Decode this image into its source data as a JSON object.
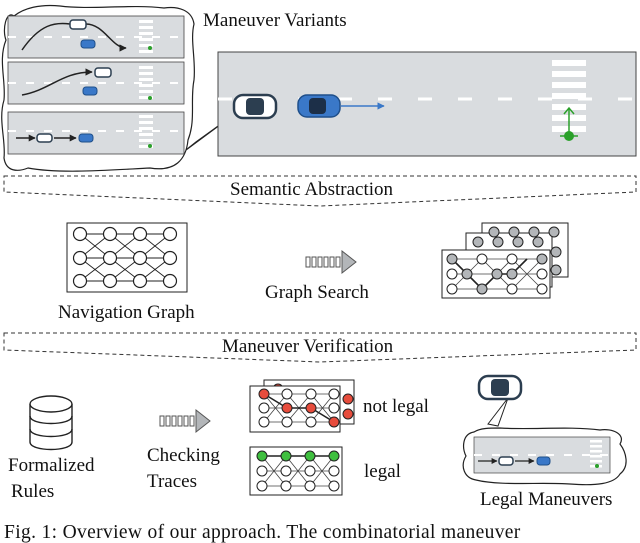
{
  "labels": {
    "maneuver_variants": "Maneuver Variants",
    "semantic_abstraction": "Semantic Abstraction",
    "navigation_graph": "Navigation Graph",
    "graph_search": "Graph Search",
    "maneuver_verification": "Maneuver Verification",
    "formalized_rules_line1": "Formalized",
    "formalized_rules_line2": "Rules",
    "checking_traces_line1": "Checking",
    "checking_traces_line2": "Traces",
    "not_legal": "not legal",
    "legal": "legal",
    "legal_maneuvers": "Legal Maneuvers"
  },
  "caption": "Fig. 1: Overview of our approach. The combinatorial maneuver",
  "colors": {
    "road": "#d9dcdf",
    "lane_mark": "#ffffff",
    "ego_car": "#2c3e50",
    "other_car": "#3a78c8",
    "pedestrian": "#2aa02a",
    "violation_node": "#e74c3c",
    "legal_node": "#3fbf3f",
    "searched_node": "#b3b6b9",
    "arrow_gray": "#9a9ea3"
  }
}
